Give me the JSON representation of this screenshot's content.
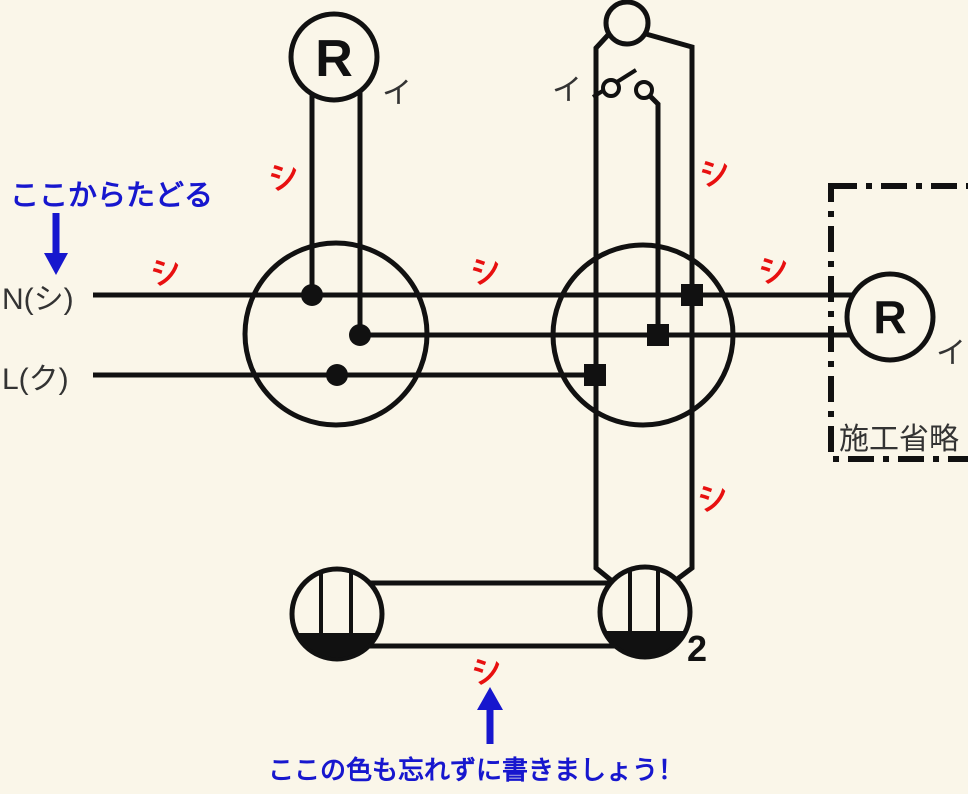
{
  "colors": {
    "bg": "#FAF6E9",
    "wire": "#111111",
    "red": "#E81010",
    "blue": "#1717CE",
    "gray": "#333333"
  },
  "source": {
    "neutral_label": "N(シ)",
    "live_label": "L(ク)"
  },
  "devices": {
    "lamp_left": {
      "symbol": "R",
      "circuit": "イ"
    },
    "lamp_right": {
      "symbol": "R",
      "circuit": "イ"
    },
    "switch": {
      "circuit": "イ"
    },
    "outlet": {
      "count_label": "2"
    },
    "omission": {
      "label": "施工省略"
    }
  },
  "annotations": {
    "trace": "ここからたどる",
    "color_note": "ここの色も忘れずに書きましょう！"
  },
  "wire_marks": [
    "シ",
    "シ",
    "シ",
    "シ",
    "シ",
    "シ",
    "シ"
  ]
}
